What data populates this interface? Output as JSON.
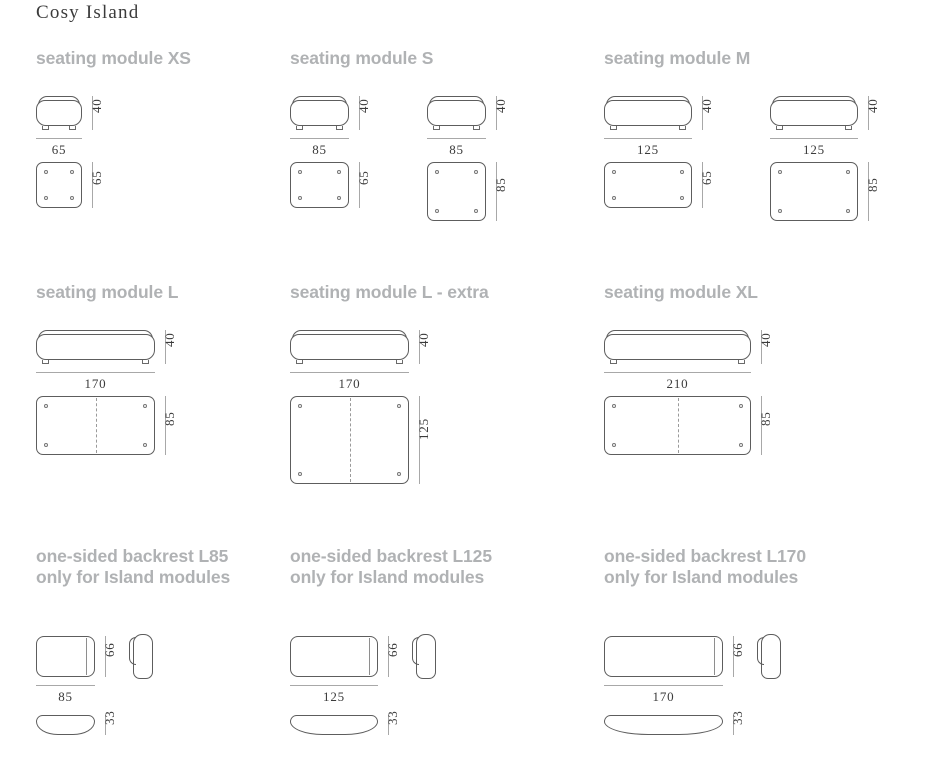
{
  "title": "Cosy Island",
  "rows": [
    {
      "cells": [
        {
          "heading": [
            "seating module XS"
          ],
          "variants": [
            {
              "elev_w": 65,
              "height": "40",
              "width": "65",
              "depth": "65",
              "split": false
            }
          ]
        },
        {
          "heading": [
            "seating module S"
          ],
          "variants": [
            {
              "elev_w": 85,
              "height": "40",
              "width": "85",
              "depth": "65",
              "split": false
            },
            {
              "elev_w": 85,
              "height": "40",
              "width": "85",
              "depth": "85",
              "split": false
            }
          ]
        },
        {
          "heading": [
            "seating module M"
          ],
          "variants": [
            {
              "elev_w": 125,
              "height": "40",
              "width": "125",
              "depth": "65",
              "split": false
            },
            {
              "elev_w": 125,
              "height": "40",
              "width": "125",
              "depth": "85",
              "split": false
            }
          ]
        }
      ]
    },
    {
      "cells": [
        {
          "heading": [
            "seating module L"
          ],
          "variants": [
            {
              "elev_w": 170,
              "height": "40",
              "width": "170",
              "depth": "85",
              "split": true
            }
          ]
        },
        {
          "heading": [
            "seating module L - extra"
          ],
          "variants": [
            {
              "elev_w": 170,
              "height": "40",
              "width": "170",
              "depth": "125",
              "split": true
            }
          ]
        },
        {
          "heading": [
            "seating module XL"
          ],
          "variants": [
            {
              "elev_w": 210,
              "height": "40",
              "width": "210",
              "depth": "85",
              "split": true
            }
          ]
        }
      ]
    },
    {
      "cells": [
        {
          "heading": [
            "one-sided backrest L85",
            "only for Island modules"
          ],
          "backrest": {
            "front_w": 85,
            "height": "66",
            "width": "85",
            "depth": "33"
          }
        },
        {
          "heading": [
            "one-sided backrest L125",
            "only for Island modules"
          ],
          "backrest": {
            "front_w": 125,
            "height": "66",
            "width": "125",
            "depth": "33"
          }
        },
        {
          "heading": [
            "one-sided backrest L170",
            "only for Island modules"
          ],
          "backrest": {
            "front_w": 170,
            "height": "66",
            "width": "170",
            "depth": "33"
          }
        }
      ]
    }
  ],
  "colors": {
    "title": "#3b3b3b",
    "heading": "#b0b2b4",
    "outline": "#5d5d5d",
    "dimension": "#a8a8a8",
    "dimension_text": "#3b3b3b"
  }
}
